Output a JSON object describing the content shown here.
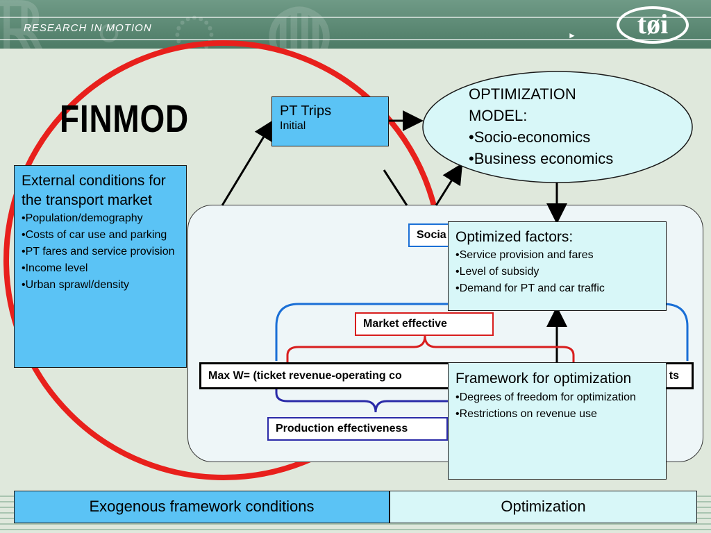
{
  "header": {
    "tagline": "RESEARCH IN MOTION",
    "logo_text": "tøi"
  },
  "title": "FINMOD",
  "pt_trips": {
    "heading": "PT Trips",
    "sub": "Initial"
  },
  "optimization_model": {
    "lines": [
      "OPTIMIZATION",
      "MODEL:"
    ],
    "bullets": [
      "Socio-economics",
      "Business economics"
    ]
  },
  "external_conditions": {
    "heading": "External conditions for the transport market",
    "bullets": [
      "Population/demography",
      "Costs of car use and parking",
      "PT fares and service provision",
      "Income level",
      "Urban sprawl/density"
    ]
  },
  "social_label": "Socia",
  "optimized_factors": {
    "heading": "Optimized factors:",
    "bullets": [
      "Service provision and fares",
      "Level of subsidy",
      "Demand for PT and car traffic"
    ]
  },
  "market_effective": "Market effective",
  "formula": {
    "left": "Max W= (ticket revenue-operating co",
    "right": "ts"
  },
  "framework": {
    "heading": "Framework for optimization",
    "bullets": [
      "Degrees of freedom for optimization",
      "Restrictions on revenue use"
    ]
  },
  "production_effectiveness": "Production effectiveness",
  "footer": {
    "left": "Exogenous framework conditions",
    "right": "Optimization"
  },
  "colors": {
    "box_blue": "#5bc3f5",
    "box_light": "#d8f7f8",
    "red_circle": "#e8201c",
    "brace_blue": "#1a6fd6",
    "brace_red": "#d81e1e",
    "brace_navy": "#2a2aa8"
  }
}
